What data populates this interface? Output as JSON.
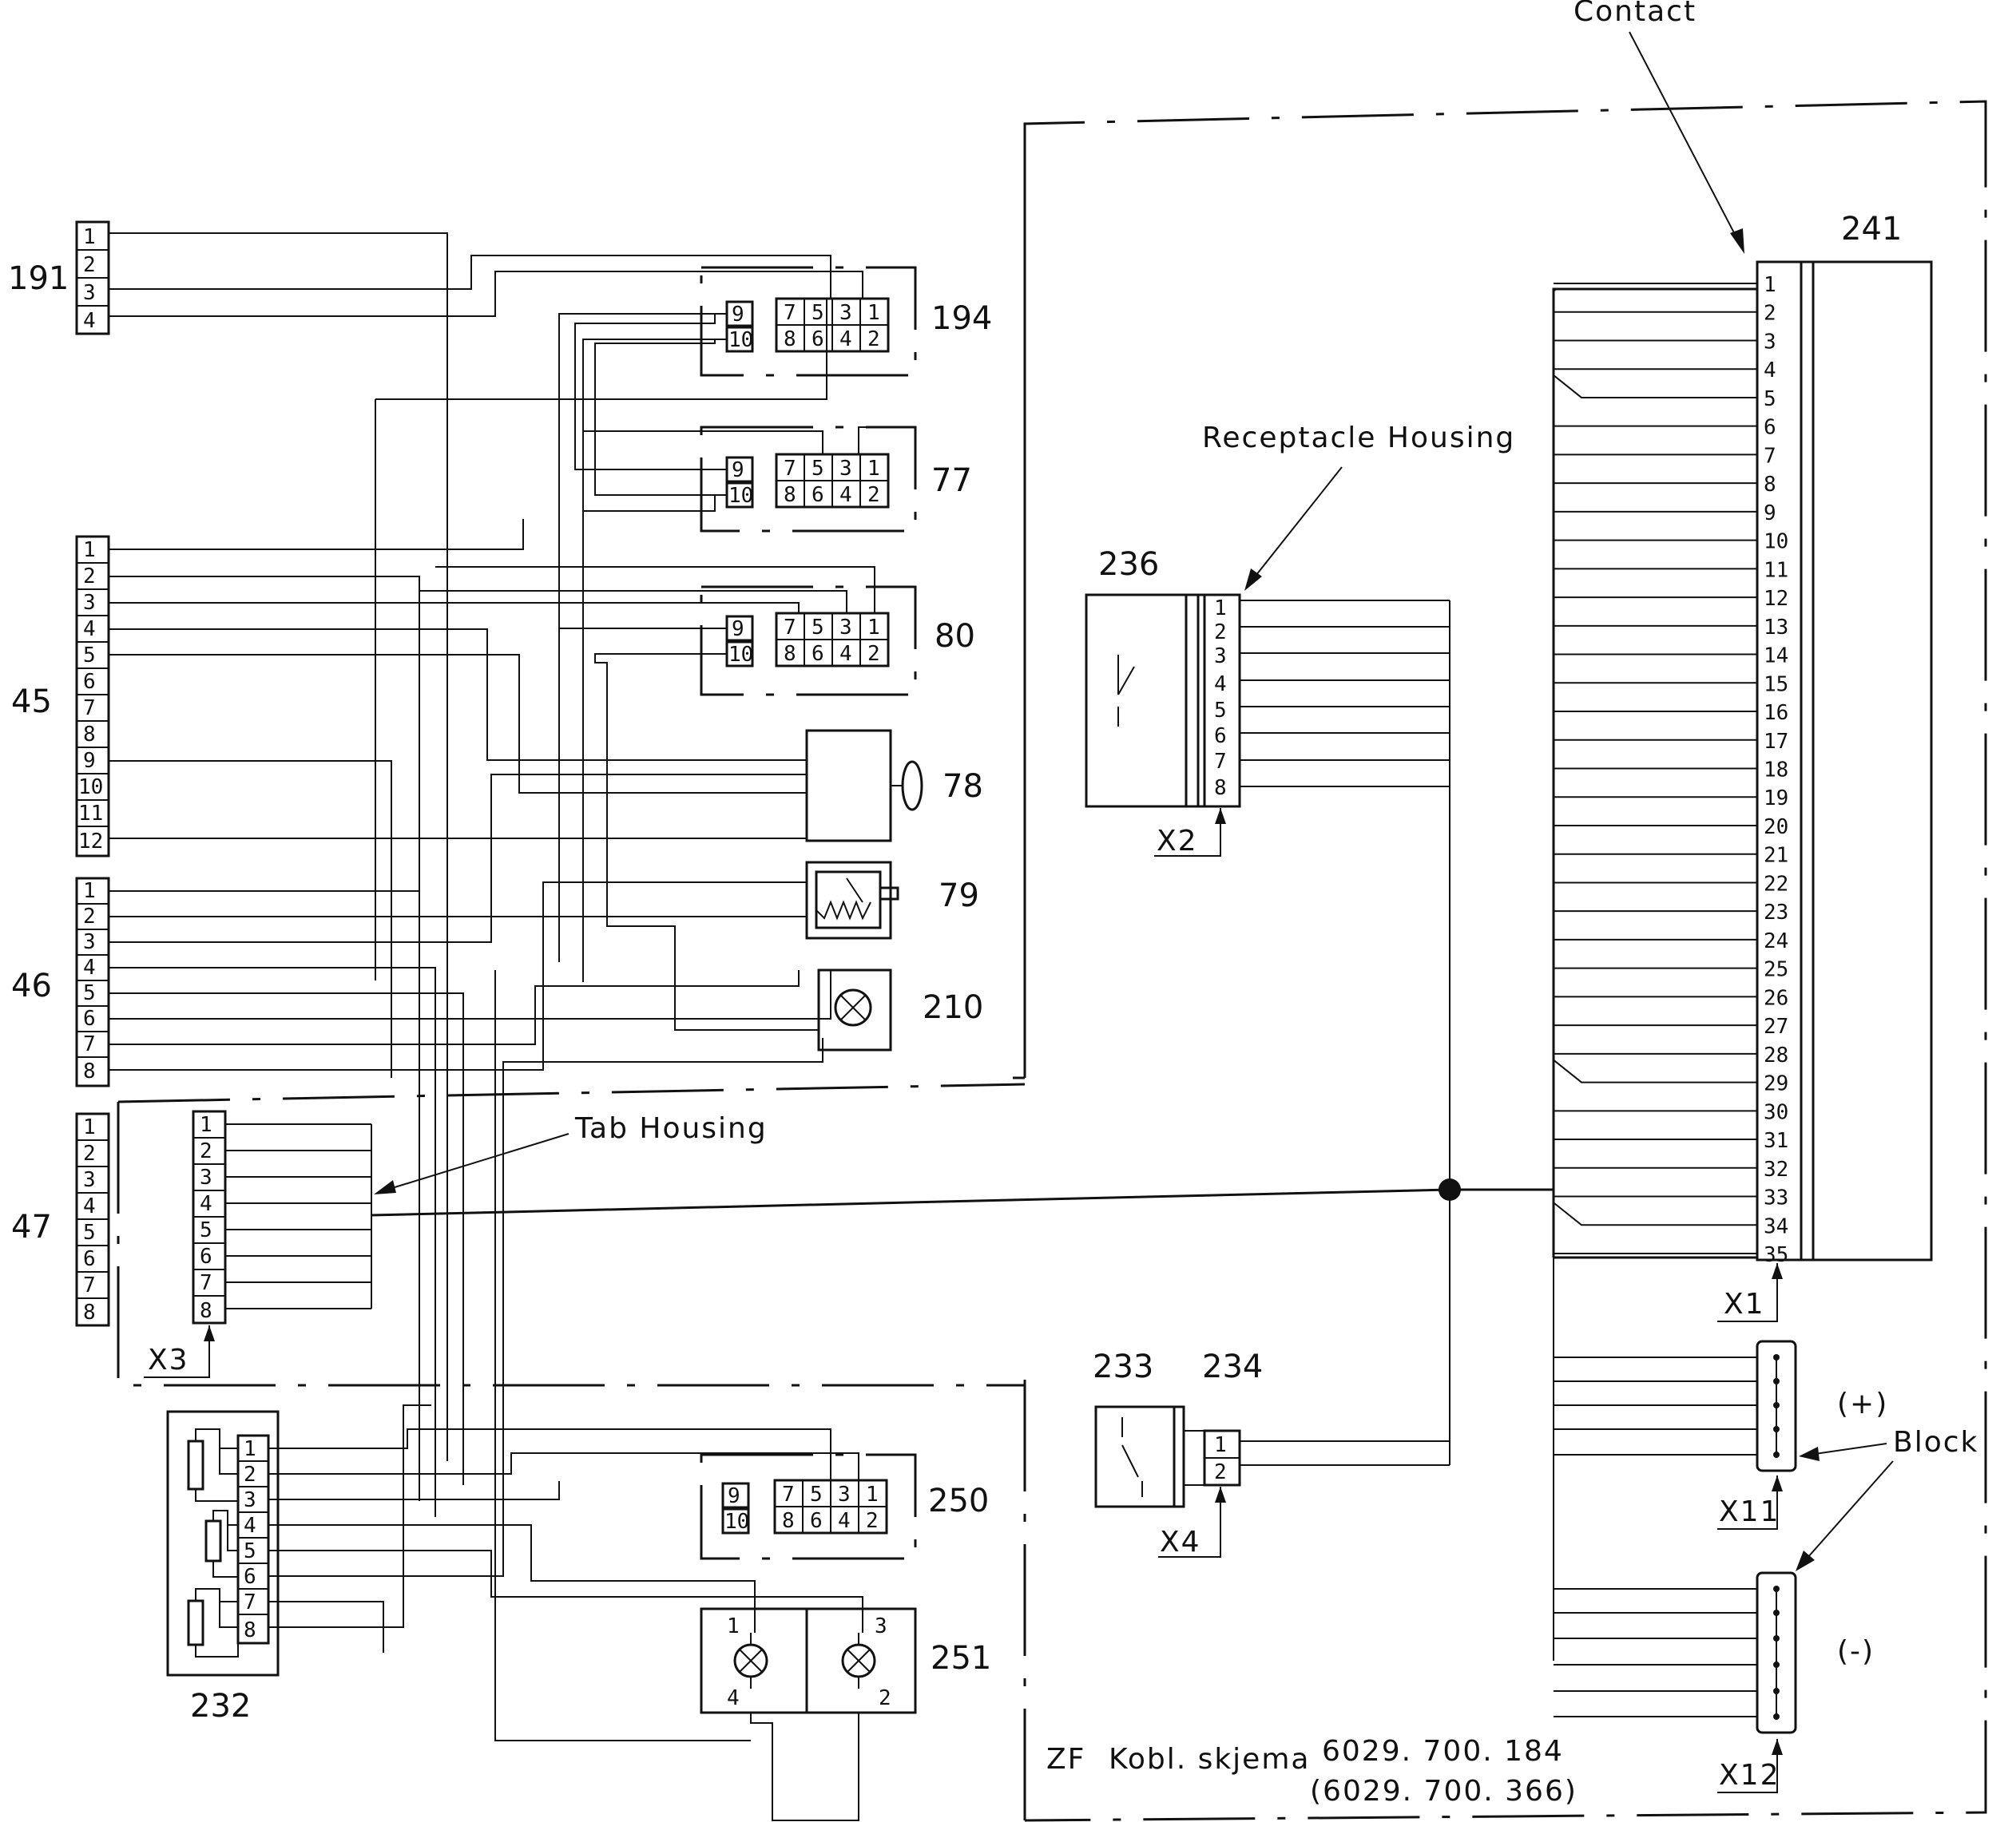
{
  "title": {
    "prefix": "ZF",
    "name": "Kobl. skjema",
    "number": "6029. 700. 184",
    "alt_number": "(6029. 700. 366)"
  },
  "callouts": {
    "contact": "Contact",
    "receptacle_housing": "Receptacle  Housing",
    "tab_housing": "Tab  Housing",
    "block": "Block"
  },
  "components": {
    "c191": "191",
    "c194": "194",
    "c77": "77",
    "c80": "80",
    "c78": "78",
    "c79": "79",
    "c210": "210",
    "c45": "45",
    "c46": "46",
    "c47": "47",
    "c232": "232",
    "c250": "250",
    "c251": "251",
    "c233": "233",
    "c234": "234",
    "c236": "236",
    "c241": "241"
  },
  "connectors": {
    "x1": "X1",
    "x2": "X2",
    "x3": "X3",
    "x4": "X4",
    "x11": "X11",
    "x12": "X12"
  },
  "polarity": {
    "plus": "(+)",
    "minus": "(-)"
  },
  "lamp_pins": {
    "p1": "1",
    "p2": "2",
    "p3": "3",
    "p4": "4"
  },
  "pins": {
    "c191": [
      "1",
      "2",
      "3",
      "4"
    ],
    "c45": [
      "1",
      "2",
      "3",
      "4",
      "5",
      "6",
      "7",
      "8",
      "9",
      "10",
      "11",
      "12"
    ],
    "c46": [
      "1",
      "2",
      "3",
      "4",
      "5",
      "6",
      "7",
      "8"
    ],
    "c47": [
      "1",
      "2",
      "3",
      "4",
      "5",
      "6",
      "7",
      "8"
    ],
    "tab": [
      "1",
      "2",
      "3",
      "4",
      "5",
      "6",
      "7",
      "8"
    ],
    "c232": [
      "1",
      "2",
      "3",
      "4",
      "5",
      "6",
      "7",
      "8"
    ],
    "relay_top": [
      "7",
      "5",
      "3",
      "1"
    ],
    "relay_bottom": [
      "8",
      "6",
      "4",
      "2"
    ],
    "relay_side": [
      "9",
      "10"
    ],
    "c236": [
      "1",
      "2",
      "3",
      "4",
      "5",
      "6",
      "7",
      "8"
    ],
    "c234": [
      "1",
      "2"
    ],
    "c241": [
      "1",
      "2",
      "3",
      "4",
      "5",
      "6",
      "7",
      "8",
      "9",
      "10",
      "11",
      "12",
      "13",
      "14",
      "15",
      "16",
      "17",
      "18",
      "19",
      "20",
      "21",
      "22",
      "23",
      "24",
      "25",
      "26",
      "27",
      "28",
      "29",
      "30",
      "31",
      "32",
      "33",
      "34",
      "35"
    ]
  }
}
